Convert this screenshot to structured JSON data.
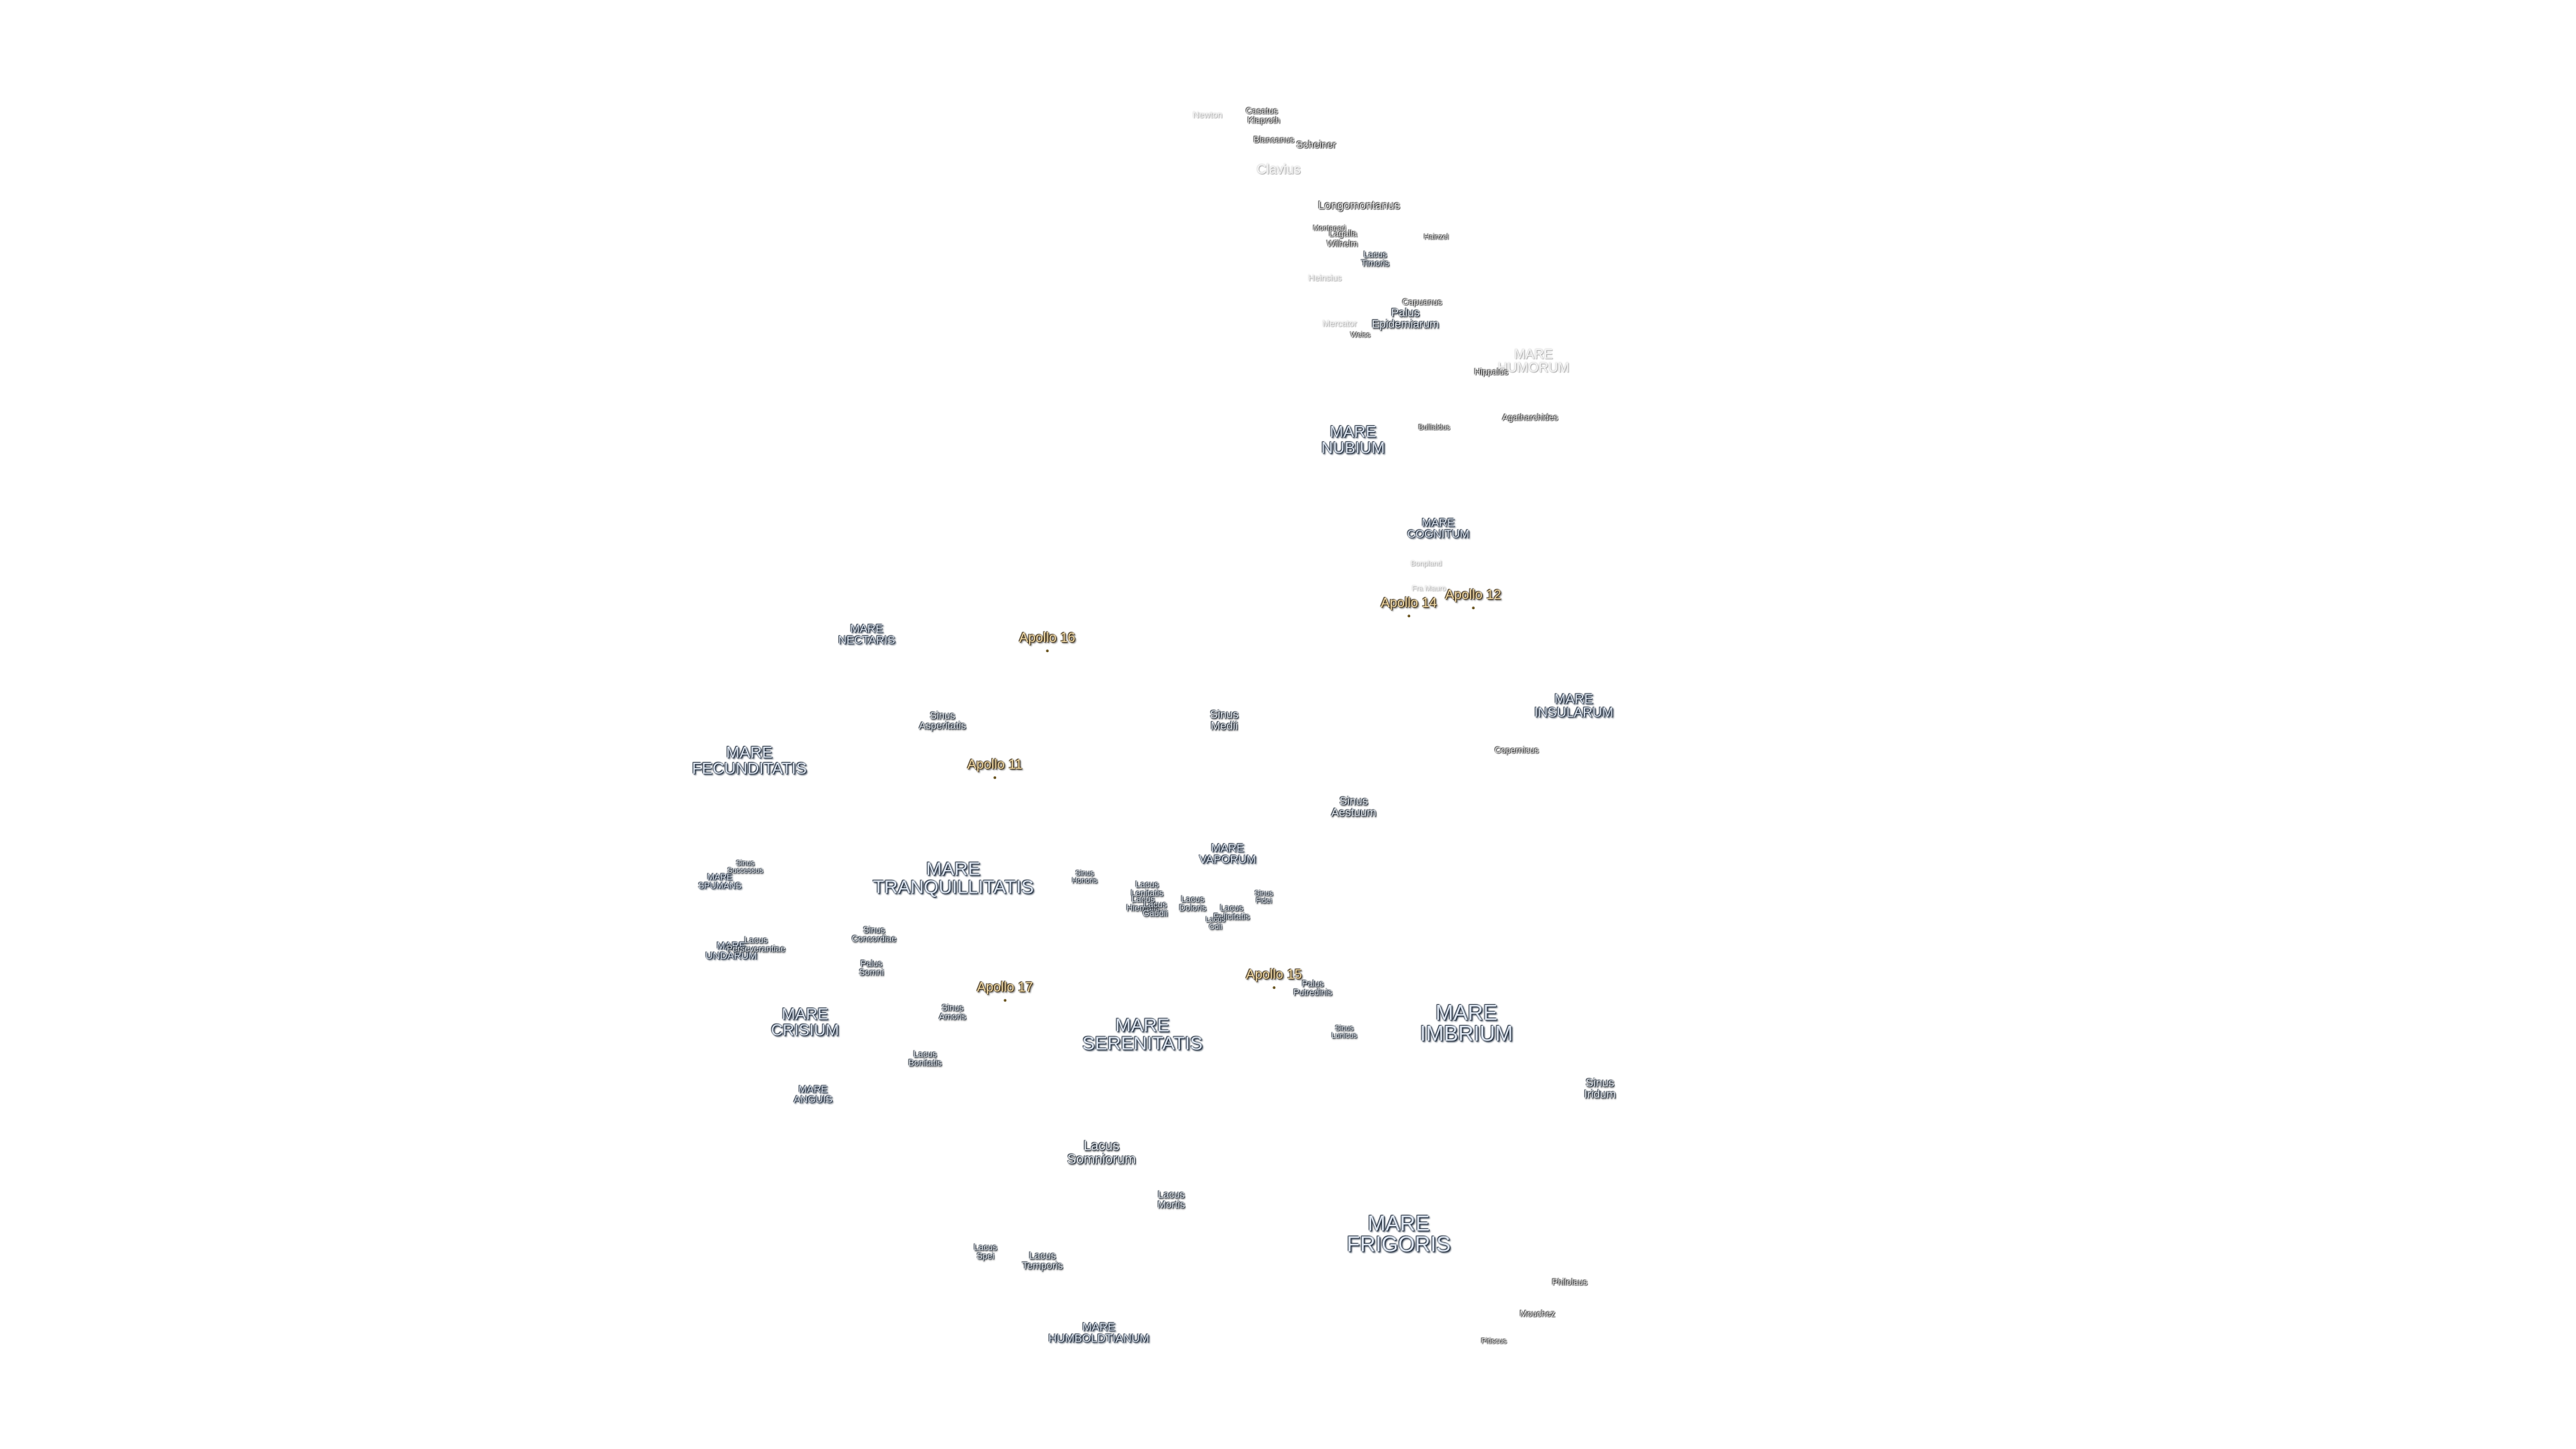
{
  "map": {
    "maria": {
      "frigoris": "MARE\nFRIGORIS",
      "imbrium": "MARE\nIMBRIUM",
      "serenitatis": "MARE\nSERENITATIS",
      "tranquillitatis": "MARE\nTRANQUILLITATIS",
      "crisium": "MARE\nCRISIUM",
      "fecunditatis": "MARE\nFECUNDITATIS",
      "nectaris": "MARE\nNECTARIS",
      "nubium": "MARE\nNUBIUM",
      "humorum": "MARE\nHUMORUM",
      "cognitum": "MARE\nCOGNITUM",
      "insularum": "MARE\nINSULARUM",
      "vaporum": "MARE\nVAPORUM",
      "humboldtianum": "MARE\nHUMBOLDTIANUM",
      "anguis": "MARE\nANGUIS",
      "spumans": "MARE\nSPUMANS",
      "undarum": "MARE\nUNDARUM"
    },
    "apollo": {
      "a11": "Apollo 11",
      "a12": "Apollo 12",
      "a14": "Apollo 14",
      "a15": "Apollo 15",
      "a16": "Apollo 16",
      "a17": "Apollo 17"
    },
    "features": {
      "lacus_somniorum": "Lacus\nSomniorum",
      "lacus_mortis": "Lacus\nMortis",
      "lacus_temporis": "Lacus\nTemporis",
      "lacus_spei": "Lacus\nSpei",
      "lacus_bonitatis": "Lacus\nBonitatis",
      "lacus_doloris": "Lacus\nDoloris",
      "lacus_hiemalis": "Lacus\nHiemalis",
      "lacus_gaudii": "Lacus\nGaudii",
      "lacus_lenitatis": "Lacus\nLenitatis",
      "lacus_odii": "Lacus\nOdii",
      "lacus_felicitatis": "Lacus\nFelicitatis",
      "lacus_timoris": "Lacus\nTimoris",
      "lacus_perseverantiae": "Lacus\nPerseverantiae",
      "sinus_iridum": "Sinus\nIridum",
      "sinus_aestuum": "Sinus\nAestuum",
      "sinus_medii": "Sinus\nMedii",
      "sinus_asperitatis": "Sinus\nAsperitatis",
      "sinus_concordiae": "Sinus\nConcordiae",
      "sinus_amoris": "Sinus\nAmoris",
      "sinus_honoris": "Sinus\nHonoris",
      "sinus_fidei": "Sinus\nFidei",
      "sinus_lunicus": "Sinus\nLunicus",
      "sinus_successus": "Sinus\nSuccessus",
      "palus_somni": "Palus\nSomni",
      "palus_putredinis": "Palus\nPutredinis",
      "palus_epidemiarum": "Palus\nEpidemiarum"
    },
    "craters": {
      "philolaus": "Philolaus",
      "mouchez": "Mouchez",
      "pitiscus": "Pitiscus",
      "copernicus": "Copernicus",
      "newton": "Newton",
      "casatus": "Casatus",
      "klaproth": "Klaproth",
      "blancanus": "Blancanus",
      "scheiner": "Scheiner",
      "clavius": "Clavius",
      "longomontanus": "Longomontanus",
      "montanari": "Montanari",
      "lagalla": "Lagalla",
      "wilhelm": "Wilhelm",
      "heinsius": "Heinsius",
      "hainzel": "Hainzel",
      "capuanus": "Capuanus",
      "mercator": "Mercator",
      "weiss": "Weiss",
      "hippalus": "Hippalus",
      "agatharchides": "Agatharchides",
      "bullialdus": "Bullialdus",
      "bonpland": "Bonpland",
      "fra_mauro": "Fra Mauro"
    }
  }
}
